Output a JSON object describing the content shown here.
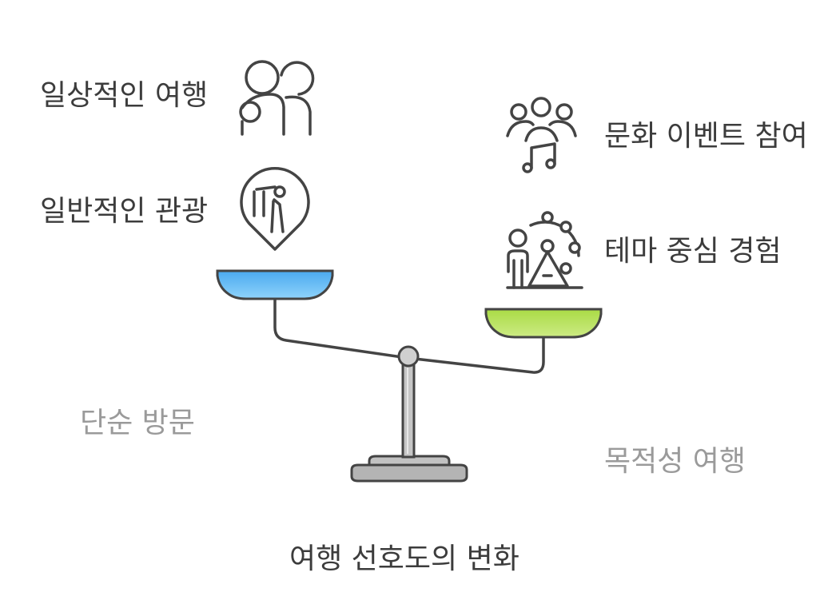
{
  "diagram": {
    "title": "여행 선호도의 변화",
    "left_side": {
      "category": "단순 방문",
      "items": [
        {
          "label": "일상적인 여행",
          "icon": "friends-icon"
        },
        {
          "label": "일반적인 관광",
          "icon": "tourist-location-pin-icon"
        }
      ],
      "pan_color": "#5bb8f5"
    },
    "right_side": {
      "category": "목적성 여행",
      "items": [
        {
          "label": "문화 이벤트 참여",
          "icon": "people-music-icon"
        },
        {
          "label": "테마 중심 경험",
          "icon": "theme-park-icon"
        }
      ],
      "pan_color": "#b5e05a"
    },
    "tilt": "right-side-lower"
  }
}
